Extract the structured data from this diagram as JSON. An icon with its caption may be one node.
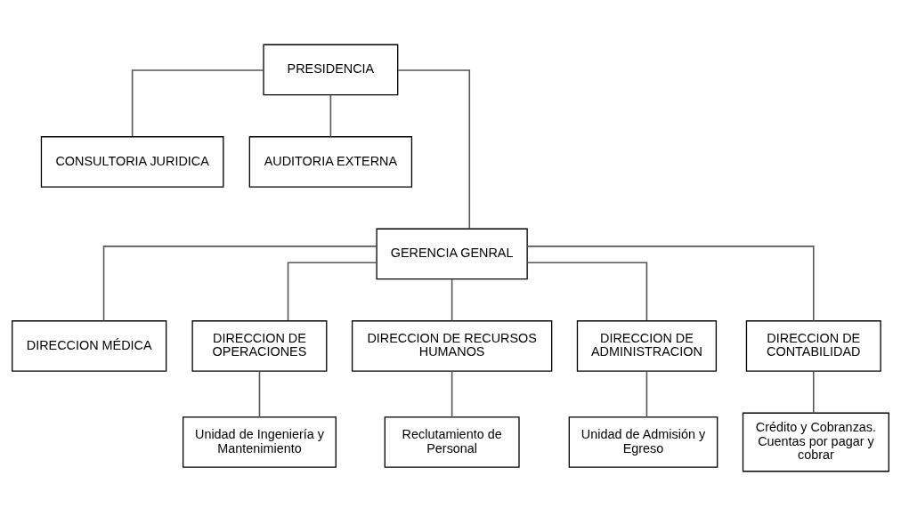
{
  "diagram": {
    "nodes": [
      {
        "text": [
          "PRESIDENCIA"
        ]
      },
      {
        "text": [
          "CONSULTORIA JURIDICA"
        ]
      },
      {
        "text": [
          "AUDITORIA EXTERNA"
        ]
      },
      {
        "text": [
          "GERENCIA GENRAL"
        ]
      },
      {
        "text": [
          "DIRECCION MÉDICA"
        ]
      },
      {
        "text": [
          "DIRECCION DE OPERACIONES"
        ]
      },
      {
        "text": [
          "DIRECCION DE RECURSOS HUMANOS"
        ]
      },
      {
        "text": [
          "DIRECCION DE ADMINISTRACION"
        ]
      },
      {
        "text": [
          "DIRECCION DE CONTABILIDAD"
        ]
      },
      {
        "text": [
          "Unidad de Ingeniería y Mantenimiento"
        ]
      },
      {
        "text": [
          "Reclutamiento de Personal"
        ]
      },
      {
        "text": [
          "Unidad de Admisión y Egreso"
        ]
      },
      {
        "text": [
          "Crédito y Cobranzas. Cuentas por pagar y cobrar"
        ]
      }
    ],
    "edges": [
      {
        "from": 0,
        "to": 1,
        "arrow": "none"
      },
      {
        "from": 0,
        "to": 2,
        "arrow": "none"
      },
      {
        "from": 0,
        "to": 3,
        "arrow": "none"
      },
      {
        "from": 3,
        "to": 4,
        "arrow": "none"
      },
      {
        "from": 3,
        "to": 5,
        "arrow": "none"
      },
      {
        "from": 3,
        "to": 6,
        "arrow": "none"
      },
      {
        "from": 3,
        "to": 7,
        "arrow": "none"
      },
      {
        "from": 3,
        "to": 8,
        "arrow": "none"
      },
      {
        "from": 5,
        "to": 9,
        "arrow": "none"
      },
      {
        "from": 6,
        "to": 10,
        "arrow": "none"
      },
      {
        "from": 7,
        "to": 11,
        "arrow": "none"
      },
      {
        "from": 8,
        "to": 12,
        "arrow": "none"
      }
    ]
  }
}
